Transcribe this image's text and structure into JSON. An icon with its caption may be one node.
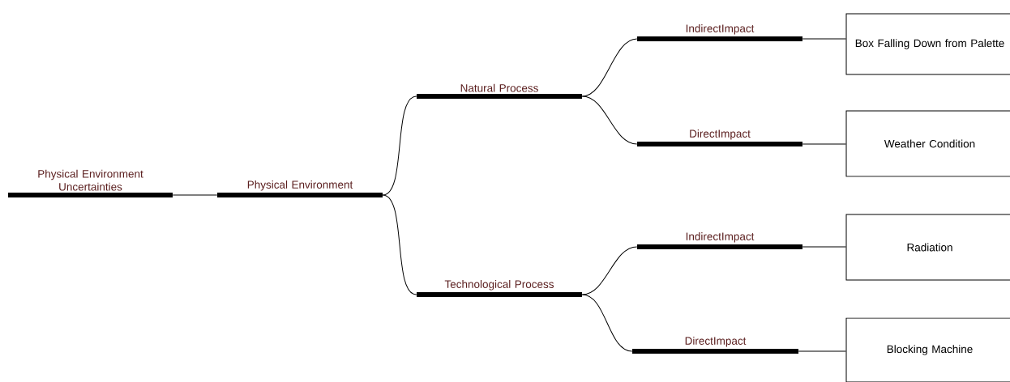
{
  "diagram": {
    "nodes": [
      {
        "text": [
          "Physical Environment Uncertainties"
        ]
      },
      {
        "text": [
          "Physical Environment"
        ]
      },
      {
        "text": [
          "Natural Process"
        ]
      },
      {
        "text": [
          "Technological Process"
        ]
      },
      {
        "text": [
          "IndirectImpact"
        ]
      },
      {
        "text": [
          "DirectImpact"
        ]
      },
      {
        "text": [
          "IndirectImpact"
        ]
      },
      {
        "text": [
          "DirectImpact"
        ]
      },
      {
        "text": [
          "Box Falling Down from Palette"
        ]
      },
      {
        "text": [
          "Weather Condition"
        ]
      },
      {
        "text": [
          "Radiation"
        ]
      },
      {
        "text": [
          "Blocking Machine"
        ]
      }
    ],
    "edges": [
      {
        "from": 0,
        "to": 1,
        "arrow": "none"
      },
      {
        "from": 1,
        "to": 2,
        "arrow": "none"
      },
      {
        "from": 1,
        "to": 3,
        "arrow": "none"
      },
      {
        "from": 2,
        "to": 4,
        "arrow": "none"
      },
      {
        "from": 2,
        "to": 5,
        "arrow": "none"
      },
      {
        "from": 3,
        "to": 6,
        "arrow": "none"
      },
      {
        "from": 3,
        "to": 7,
        "arrow": "none"
      },
      {
        "from": 4,
        "to": 8,
        "arrow": "none"
      },
      {
        "from": 5,
        "to": 9,
        "arrow": "none"
      },
      {
        "from": 6,
        "to": 10,
        "arrow": "none"
      },
      {
        "from": 7,
        "to": 11,
        "arrow": "none"
      }
    ]
  }
}
